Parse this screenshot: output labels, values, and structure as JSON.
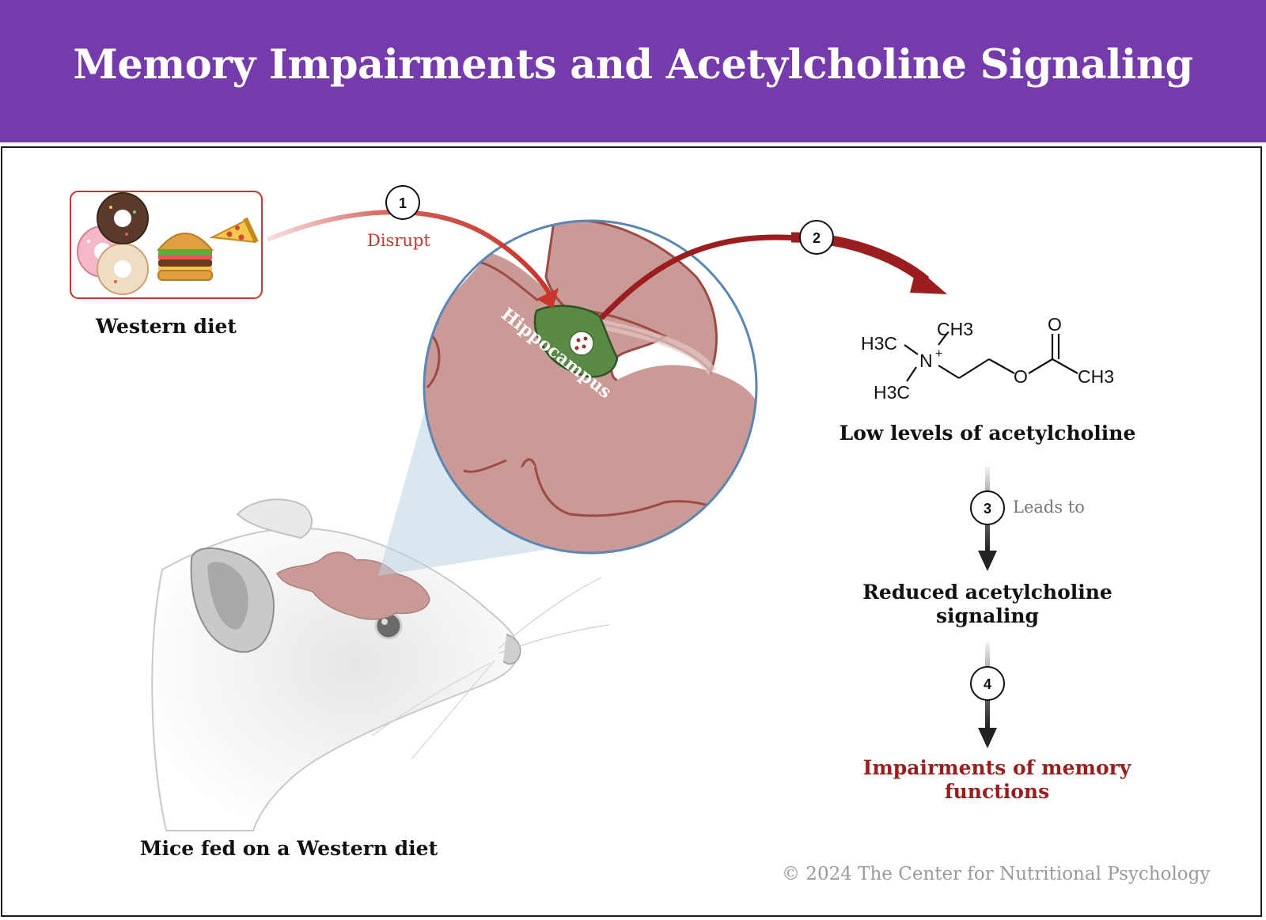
{
  "title": "Memory Impairments and Acetylcholine Signaling",
  "diet": {
    "label": "Western diet",
    "icons": [
      "donut-icon",
      "burger-icon",
      "pizza-icon"
    ]
  },
  "mouse": {
    "label": "Mice fed on a Western diet"
  },
  "brain": {
    "region_label": "Hippocampus"
  },
  "steps": [
    {
      "number": "1",
      "text": "Disrupt"
    },
    {
      "number": "2",
      "text": ""
    },
    {
      "number": "3",
      "text": "Leads to"
    },
    {
      "number": "4",
      "text": ""
    }
  ],
  "molecule": {
    "atoms": {
      "h3c_top": "H3C",
      "h3c_bottom": "H3C",
      "ch3_n": "CH3",
      "ch3_ester": "CH3",
      "nitrogen": "N",
      "charge": "+",
      "oxygen_carbonyl": "O",
      "oxygen_ester": "O"
    }
  },
  "outcomes": {
    "low_levels": "Low levels of acetylcholine",
    "reduced_line1": "Reduced acetylcholine",
    "reduced_line2": "signaling",
    "impairment_line1": "Impairments of memory",
    "impairment_line2": "functions"
  },
  "copyright": "© 2024 The Center for Nutritional Psychology",
  "colors": {
    "banner": "#753bad",
    "arrow_red": "#c8352c",
    "arrow_dark_red": "#9b1d1d",
    "brain_tissue": "#c99a96",
    "brain_outline": "#9e4b45",
    "hippocampus": "#5b8a47",
    "magnifier_ring": "#5b86b4",
    "impairment_text": "#9b1d1d"
  }
}
